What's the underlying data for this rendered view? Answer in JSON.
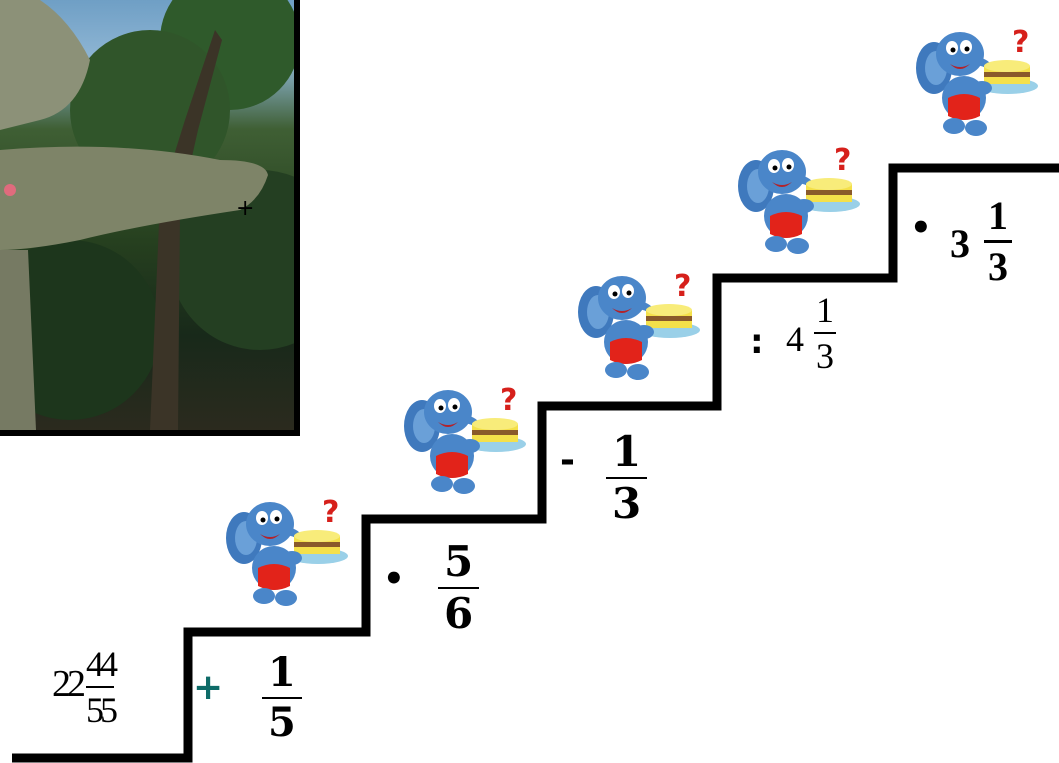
{
  "start_value": {
    "whole": "22",
    "numerator": "44",
    "denominator": "55"
  },
  "steps": [
    {
      "operator": "+",
      "operator_color": "#0e6b68",
      "numerator": "1",
      "denominator": "5"
    },
    {
      "operator": "•",
      "numerator": "5",
      "denominator": "6"
    },
    {
      "operator": "-",
      "numerator": "1",
      "denominator": "3"
    },
    {
      "operator": ":",
      "whole": "4",
      "numerator": "1",
      "denominator": "3"
    },
    {
      "operator": "•",
      "whole": "3",
      "numerator": "1",
      "denominator": "3"
    }
  ],
  "elephant_badge": "?",
  "photo_marker": "+",
  "colors": {
    "stairs": "#000000",
    "elephant_body": "#4a86c9",
    "elephant_pants": "#e2231a",
    "badge": "#d6201b",
    "cake": "#f4e04a"
  }
}
